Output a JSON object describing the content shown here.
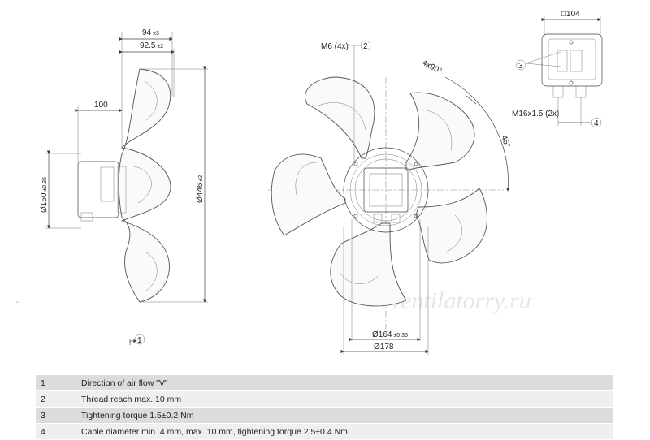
{
  "side_view": {
    "dim_width_total": "94",
    "dim_width_total_tol": "±3",
    "dim_width_blade": "92.5",
    "dim_width_blade_tol": "±2",
    "dim_depth": "100",
    "dim_motor_diameter": "Ø150",
    "dim_motor_diameter_tol": "±0.35",
    "dim_outer_diameter": "Ø446",
    "dim_outer_diameter_tol": "±2",
    "callout_airflow": "1"
  },
  "front_view": {
    "thread_label": "M6 (4x)",
    "callout_thread": "2",
    "angle_4x90": "4x90°",
    "angle_45": "45°",
    "dim_bolt_circle": "Ø164",
    "dim_bolt_circle_tol": "±0.35",
    "dim_hub": "Ø178"
  },
  "terminal_box": {
    "dim_box": "□104",
    "callout_torque": "3",
    "gland_label": "M16x1.5 (2x)",
    "callout_cable": "4"
  },
  "watermark": "Ventilatorry.ru",
  "legend": [
    {
      "num": "1",
      "text": "Direction of air flow \"V\""
    },
    {
      "num": "2",
      "text": "Thread reach max. 10 mm"
    },
    {
      "num": "3",
      "text": "Tightening torque 1.5±0.2 Nm"
    },
    {
      "num": "4",
      "text": "Cable diameter min. 4 mm, max. 10 mm, tightening torque 2.5±0.4 Nm"
    }
  ]
}
